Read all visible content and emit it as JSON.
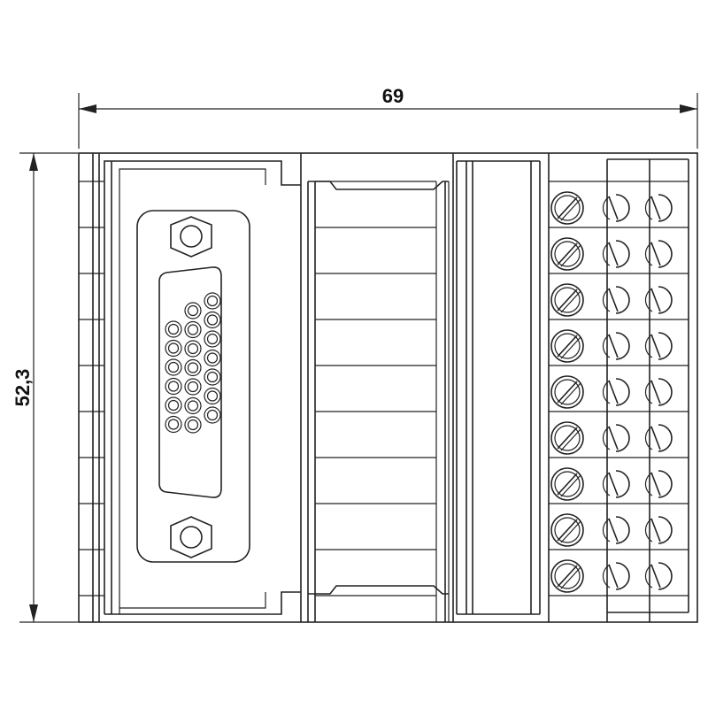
{
  "dimensions": {
    "width_label": "69",
    "height_label": "52,3"
  },
  "terminal_rows": 9,
  "connector": {
    "type": "D-SUB",
    "pin_rows": [
      6,
      7,
      7
    ]
  }
}
